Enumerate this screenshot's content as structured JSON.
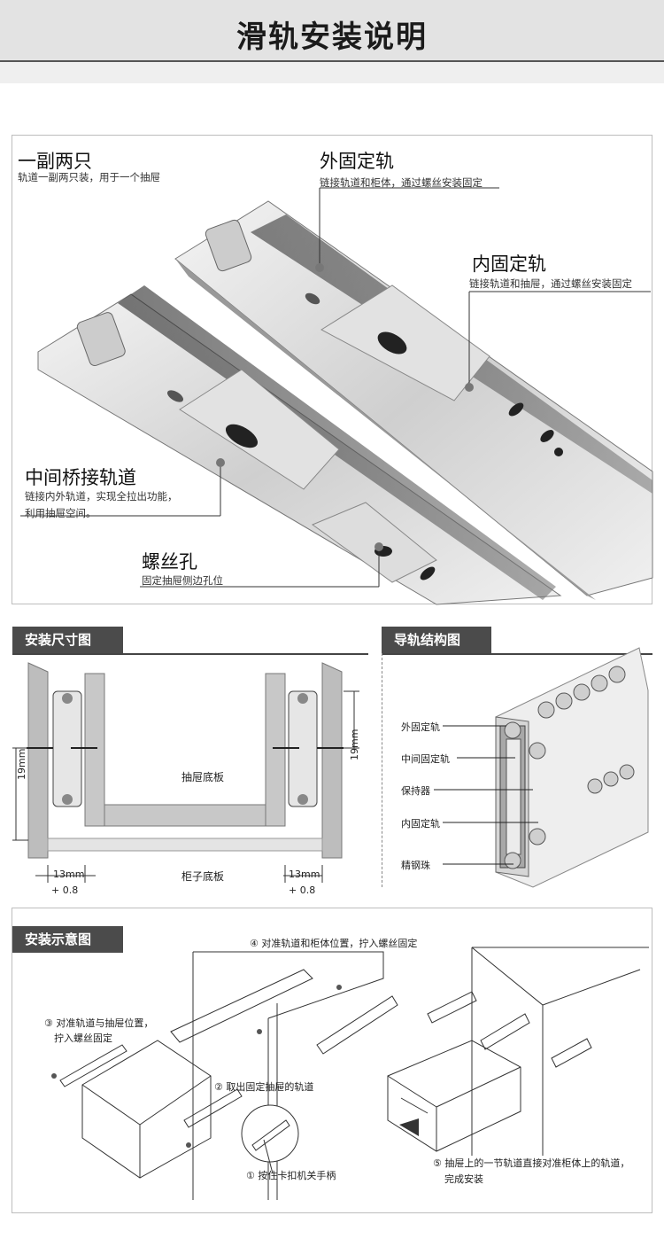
{
  "header": {
    "title": "滑轨安装说明"
  },
  "product": {
    "callouts": [
      {
        "title": "一副两只",
        "sub": "轨道一副两只装，用于一个抽屉"
      },
      {
        "title": "外固定轨",
        "sub": "链接轨道和柜体，通过螺丝安装固定"
      },
      {
        "title": "内固定轨",
        "sub": "链接轨道和抽屉，通过螺丝安装固定"
      },
      {
        "title": "中间桥接轨道",
        "sub": "链接内外轨道，实现全拉出功能，",
        "sub2": "利用抽屉空间。"
      },
      {
        "title": "螺丝孔",
        "sub": "固定抽屉侧边孔位"
      }
    ]
  },
  "dimensions": {
    "tag": "安装尺寸图",
    "drawer_bottom": "抽屉底板",
    "cabinet_bottom": "柜子底板",
    "height_left": "19mm",
    "height_right": "19mm",
    "gap_left": "13mm",
    "gap_left_tol": "+ 0.8",
    "gap_right": "13mm",
    "gap_right_tol": "+ 0.8"
  },
  "structure": {
    "tag": "导轨结构图",
    "labels": [
      "外固定轨",
      "中间固定轨",
      "保持器",
      "内固定轨",
      "精钢珠"
    ]
  },
  "install": {
    "tag": "安装示意图",
    "steps": [
      {
        "text": "④ 对准轨道和柜体位置，拧入螺丝固定"
      },
      {
        "text": "③ 对准轨道与抽屉位置，",
        "text2": "拧入螺丝固定"
      },
      {
        "text": "② 取出固定抽屉的轨道"
      },
      {
        "text": "① 按住卡扣机关手柄"
      },
      {
        "text": "⑤ 抽屉上的一节轨道直接对准柜体上的轨道，",
        "text2": "完成安装"
      }
    ]
  }
}
